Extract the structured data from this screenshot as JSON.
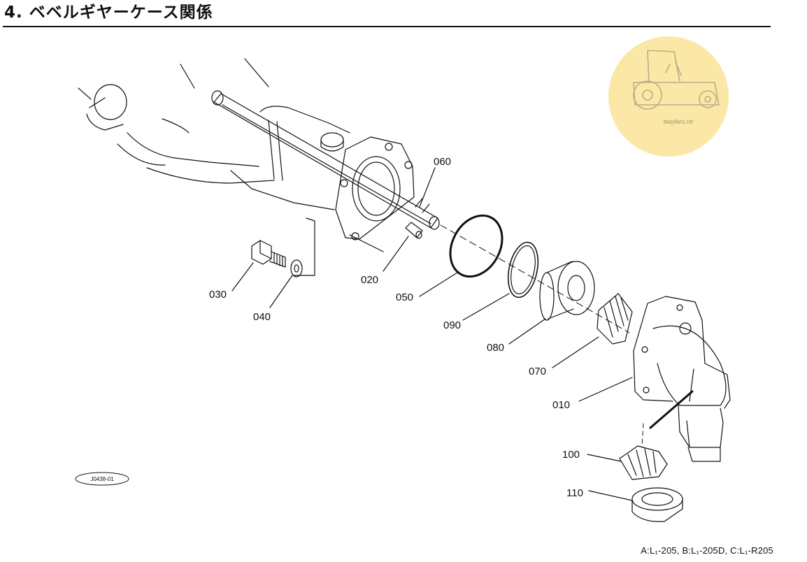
{
  "header": {
    "title": "4. ベベルギヤーケース関係"
  },
  "watermark": {
    "text": "maykeo.vn",
    "color": "#fbe8a6"
  },
  "drawing_code": "J0438-01",
  "parts": [
    {
      "label": "060"
    },
    {
      "label": "020"
    },
    {
      "label": "050"
    },
    {
      "label": "030"
    },
    {
      "label": "040"
    },
    {
      "label": "090"
    },
    {
      "label": "080"
    },
    {
      "label": "070"
    },
    {
      "label": "010"
    },
    {
      "label": "100"
    },
    {
      "label": "110"
    }
  ],
  "footer": {
    "models": "A:L₁-205, B:L₁-205D, C:L₁-R205"
  }
}
